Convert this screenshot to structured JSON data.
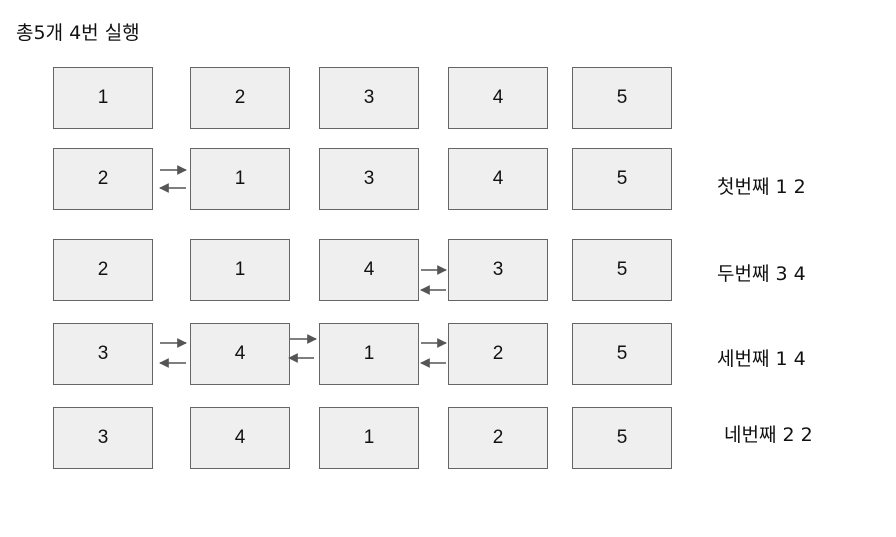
{
  "title": "총5개 4번 실행",
  "rows": [
    {
      "label": "",
      "values": [
        "1",
        "2",
        "3",
        "4",
        "5"
      ]
    },
    {
      "label": "첫번째 1 2",
      "values": [
        "2",
        "1",
        "3",
        "4",
        "5"
      ]
    },
    {
      "label": "두번째 3 4",
      "values": [
        "2",
        "1",
        "4",
        "3",
        "5"
      ]
    },
    {
      "label": "세번째 1 4",
      "values": [
        "3",
        "4",
        "1",
        "2",
        "5"
      ]
    },
    {
      "label": "네번째 2 2",
      "values": [
        "3",
        "4",
        "1",
        "2",
        "5"
      ]
    }
  ],
  "colors": {
    "box_fill": "#efefef",
    "box_border": "#666666",
    "arrow": "#555555"
  }
}
